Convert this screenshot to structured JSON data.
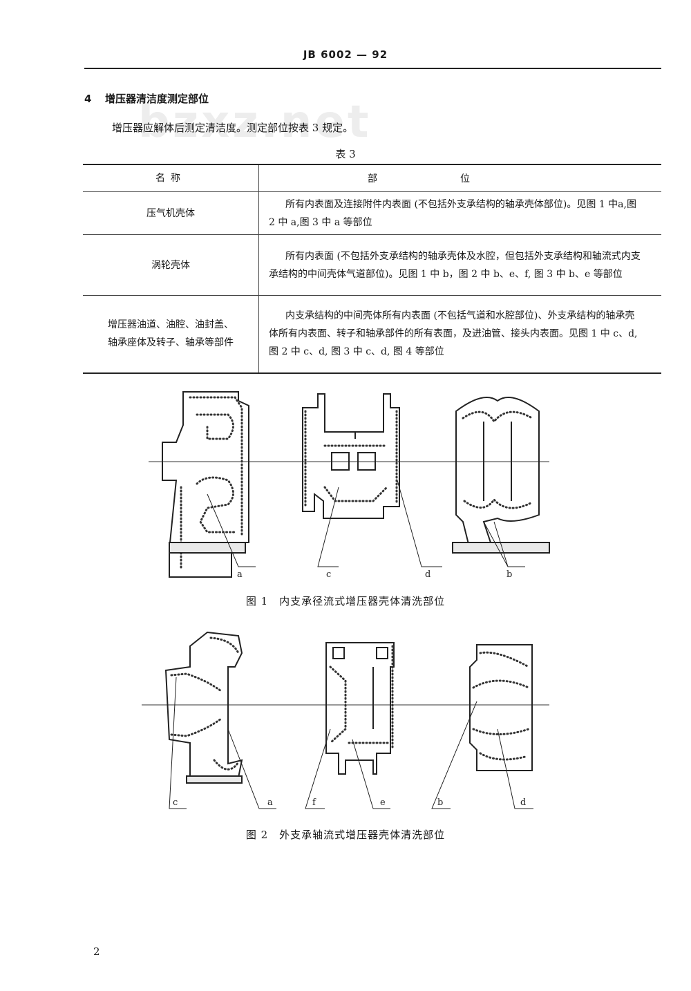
{
  "header": {
    "code": "JB 6002 — 92"
  },
  "section": {
    "number": "4",
    "title": "增压器清洁度测定部位"
  },
  "paragraph": "增压器应解体后测定清洁度。测定部位按表 3 规定。",
  "watermark": "bzxz.net",
  "table": {
    "caption": "表 3",
    "headers": [
      "名称",
      "部位"
    ],
    "rows": [
      {
        "name_lines": [
          "压气机壳体"
        ],
        "position": "所有内表面及连接附件内表面 (不包括外支承结构的轴承壳体部位)。见图 1 中a,图 2 中 a,图 3 中 a 等部位"
      },
      {
        "name_lines": [
          "涡轮壳体"
        ],
        "position": "所有内表面 (不包括外支承结构的轴承壳体及水腔，但包括外支承结构和轴流式内支承结构的中间壳体气道部位)。见图 1 中 b，图 2 中 b、e、f, 图 3 中 b、e 等部位"
      },
      {
        "name_lines": [
          "增压器油道、油腔、油封盖、",
          "轴承座体及转子、轴承等部件"
        ],
        "position": "内支承结构的中间壳体所有内表面 (不包括气道和水腔部位)、外支承结构的轴承壳体所有内表面、转子和轴承部件的所有表面，及进油管、接头内表面。见图 1 中 c、d, 图 2 中 c、d, 图 3 中 c、d, 图 4 等部位"
      }
    ]
  },
  "figure1": {
    "caption": "图 1　内支承径流式增压器壳体清洗部位",
    "labels": [
      "a",
      "c",
      "d",
      "b"
    ]
  },
  "figure2": {
    "caption": "图 2　外支承轴流式增压器壳体清洗部位",
    "labels": [
      "c",
      "a",
      "f",
      "e",
      "b",
      "d"
    ]
  },
  "page_number": "2"
}
